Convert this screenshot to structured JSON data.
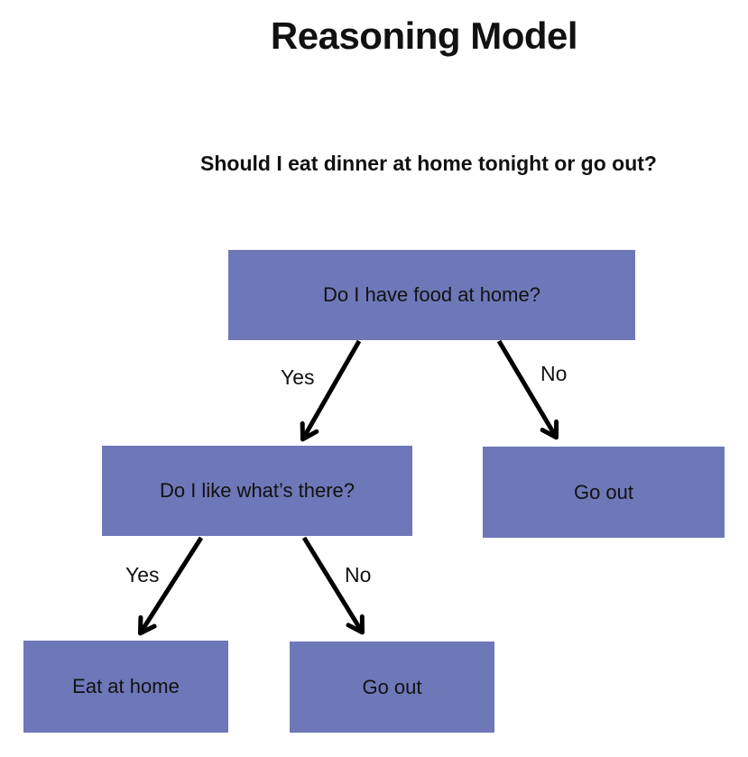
{
  "title": "Reasoning Model",
  "question": "Should I eat dinner at home tonight or go out?",
  "colors": {
    "node_fill": "#6e78b8",
    "text": "#111111",
    "arrow": "#000000"
  },
  "nodes": [
    {
      "id": "food",
      "label": "Do I have food at home?"
    },
    {
      "id": "like",
      "label": "Do I like what’s there?"
    },
    {
      "id": "go-out-1",
      "label": "Go out"
    },
    {
      "id": "eat-at-home",
      "label": "Eat at home"
    },
    {
      "id": "go-out-2",
      "label": "Go out"
    }
  ],
  "edges": [
    {
      "from": "food",
      "to": "like",
      "label": "Yes"
    },
    {
      "from": "food",
      "to": "go-out-1",
      "label": "No"
    },
    {
      "from": "like",
      "to": "eat-at-home",
      "label": "Yes"
    },
    {
      "from": "like",
      "to": "go-out-2",
      "label": "No"
    }
  ]
}
